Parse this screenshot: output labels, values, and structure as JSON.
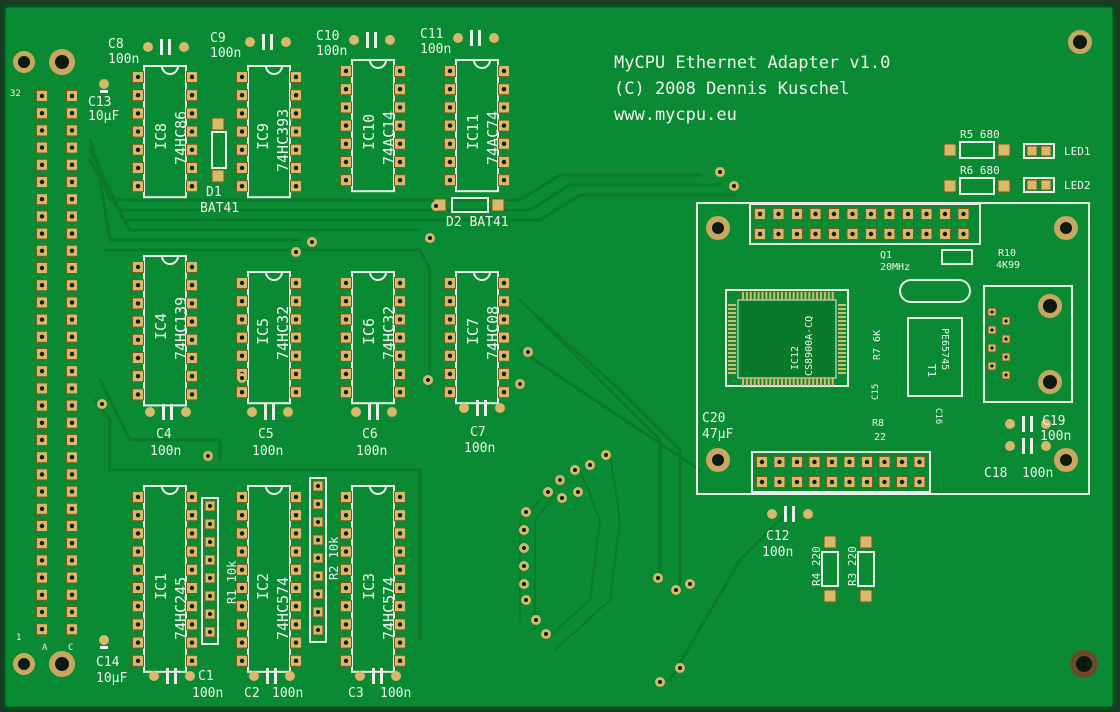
{
  "board": {
    "title_line1": "MyCPU Ethernet Adapter v1.0",
    "title_line2": "(C) 2008 Dennis Kuschel",
    "title_line3": "www.mycpu.eu",
    "colors": {
      "board": "#0b8a34",
      "silk": "#eef3ee",
      "pad": "#d8b86a",
      "background": "#1a3a22"
    }
  },
  "header_labels": {
    "pin32": "32",
    "pin1": "1",
    "row_a": "A",
    "row_c": "C"
  },
  "chips": [
    {
      "ref": "IC8",
      "part": "74HC86"
    },
    {
      "ref": "IC9",
      "part": "74HC393"
    },
    {
      "ref": "IC10",
      "part": "74AC14"
    },
    {
      "ref": "IC11",
      "part": "74AC74"
    },
    {
      "ref": "IC4",
      "part": "74HC139"
    },
    {
      "ref": "IC5",
      "part": "74HC32"
    },
    {
      "ref": "IC6",
      "part": "74HC32"
    },
    {
      "ref": "IC7",
      "part": "74HC08"
    },
    {
      "ref": "IC1",
      "part": "74HC245"
    },
    {
      "ref": "IC2",
      "part": "74HC574"
    },
    {
      "ref": "IC3",
      "part": "74HC574"
    }
  ],
  "caps": [
    {
      "ref": "C8",
      "value": "100n"
    },
    {
      "ref": "C9",
      "value": "100n"
    },
    {
      "ref": "C10",
      "value": "100n"
    },
    {
      "ref": "C11",
      "value": "100n"
    },
    {
      "ref": "C13",
      "value": "10µF"
    },
    {
      "ref": "C4",
      "value": "100n"
    },
    {
      "ref": "C5",
      "value": "100n"
    },
    {
      "ref": "C6",
      "value": "100n"
    },
    {
      "ref": "C7",
      "value": "100n"
    },
    {
      "ref": "C14",
      "value": "10µF"
    },
    {
      "ref": "C1",
      "value": "100n"
    },
    {
      "ref": "C2",
      "value": "100n"
    },
    {
      "ref": "C3",
      "value": "100n"
    },
    {
      "ref": "C12",
      "value": "100n"
    },
    {
      "ref": "C20",
      "value": "47µF"
    },
    {
      "ref": "C19",
      "value": "100n"
    },
    {
      "ref": "C18",
      "value": "100n"
    }
  ],
  "diodes": {
    "d1_ref": "D1",
    "d1_part": "BAT41",
    "d2_label": "D2 BAT41"
  },
  "resistors": {
    "r1": "R1 10k",
    "r2": "R2 10k",
    "r3": "R3 220",
    "r4": "R4 220",
    "r5": "R5 680",
    "r6": "R6 680",
    "r7": "R7 6K",
    "r8": "R8",
    "r8_value": "22",
    "r10": "R10",
    "r10_value": "4K99"
  },
  "ethernet": {
    "ic12_ref": "IC12",
    "ic12_part": "CS8900A-CQ",
    "q1": "Q1",
    "q1_freq": "20MHz",
    "t1": "T1",
    "t1_part": "PE65745",
    "c15": "C15",
    "c16": "C16"
  },
  "leds": {
    "led1": "LED1",
    "led2": "LED2"
  }
}
